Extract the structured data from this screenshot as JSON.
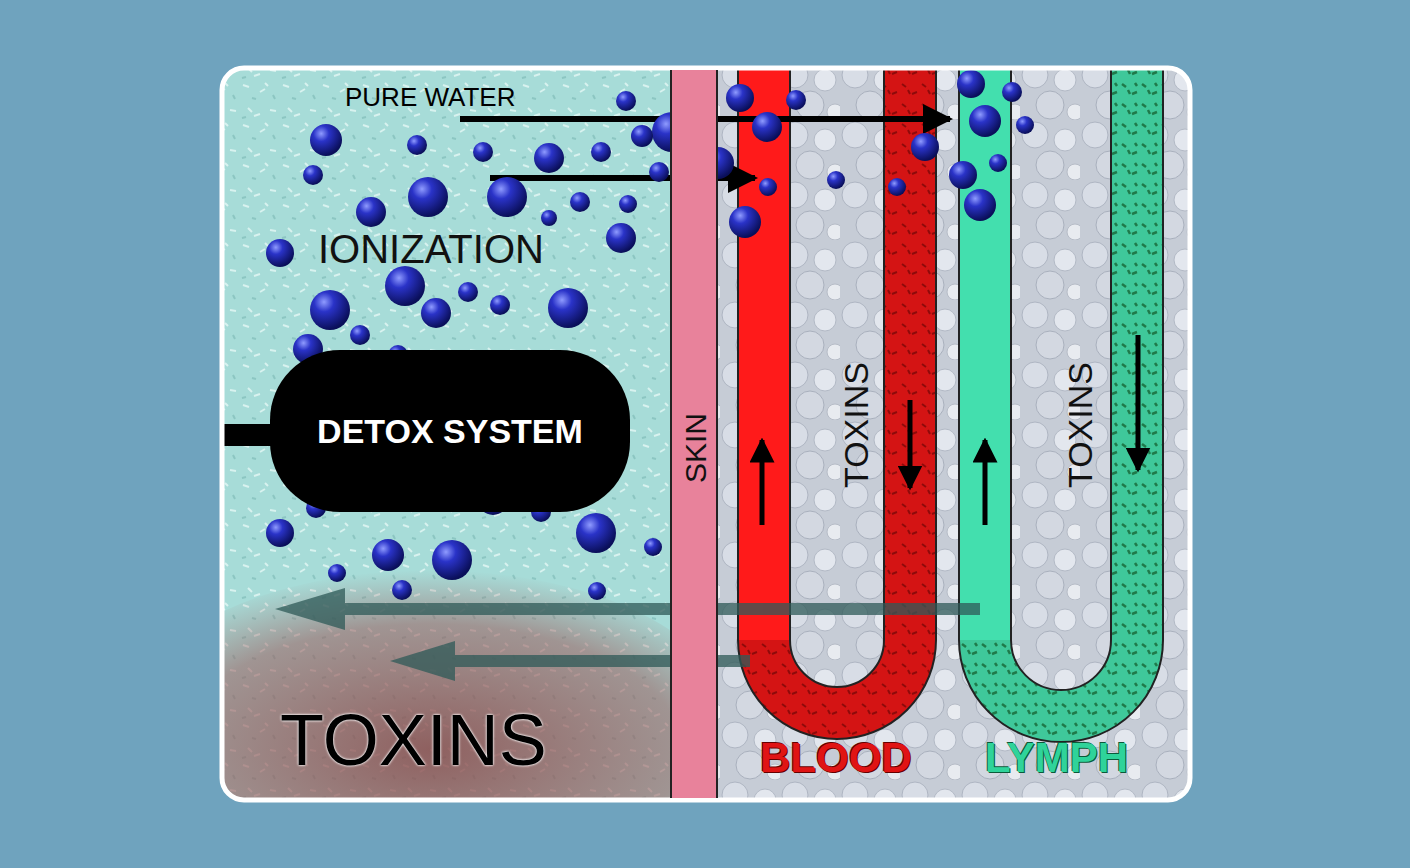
{
  "diagram": {
    "nodes": [
      {
        "text": [
          "DETOX SYSTEM"
        ]
      },
      {
        "text": [
          "SKIN"
        ]
      }
    ],
    "labels": [
      "PURE WATER",
      "IONIZATION",
      "TOXINS",
      "TOXINS",
      "TOXINS",
      "BLOOD",
      "LYMPH"
    ]
  }
}
